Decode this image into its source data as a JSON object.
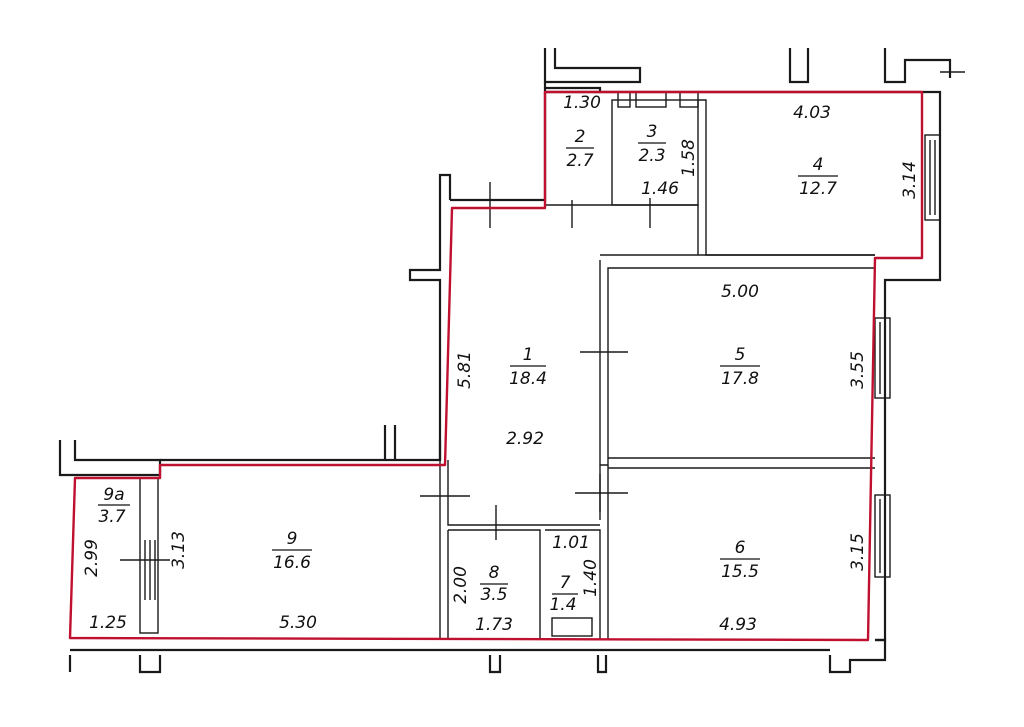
{
  "colors": {
    "boundary": "#c01030",
    "wall": "#1a1a1a",
    "background": "#ffffff"
  },
  "rooms": [
    {
      "number": "1",
      "area": "18.4"
    },
    {
      "number": "2",
      "area": "2.7"
    },
    {
      "number": "3",
      "area": "2.3"
    },
    {
      "number": "4",
      "area": "12.7"
    },
    {
      "number": "5",
      "area": "17.8"
    },
    {
      "number": "6",
      "area": "15.5"
    },
    {
      "number": "7",
      "area": "1.4"
    },
    {
      "number": "8",
      "area": "3.5"
    },
    {
      "number": "9",
      "area": "16.6"
    },
    {
      "number": "9a",
      "area": "3.7"
    }
  ],
  "dimensions": {
    "room2_width": "1.30",
    "room3_width": "1.46",
    "room3_depth": "1.58",
    "room4_width": "4.03",
    "room4_depth": "3.14",
    "room1_depth": "5.81",
    "room1_width": "2.92",
    "room5_width": "5.00",
    "room5_depth": "3.55",
    "room6_width": "4.93",
    "room6_depth": "3.15",
    "room7_width": "1.01",
    "room7_depth": "1.40",
    "room8_width": "1.73",
    "room8_depth": "2.00",
    "room9_width": "5.30",
    "room9_depth": "3.13",
    "room9a_width": "1.25",
    "room9a_depth": "2.99"
  }
}
